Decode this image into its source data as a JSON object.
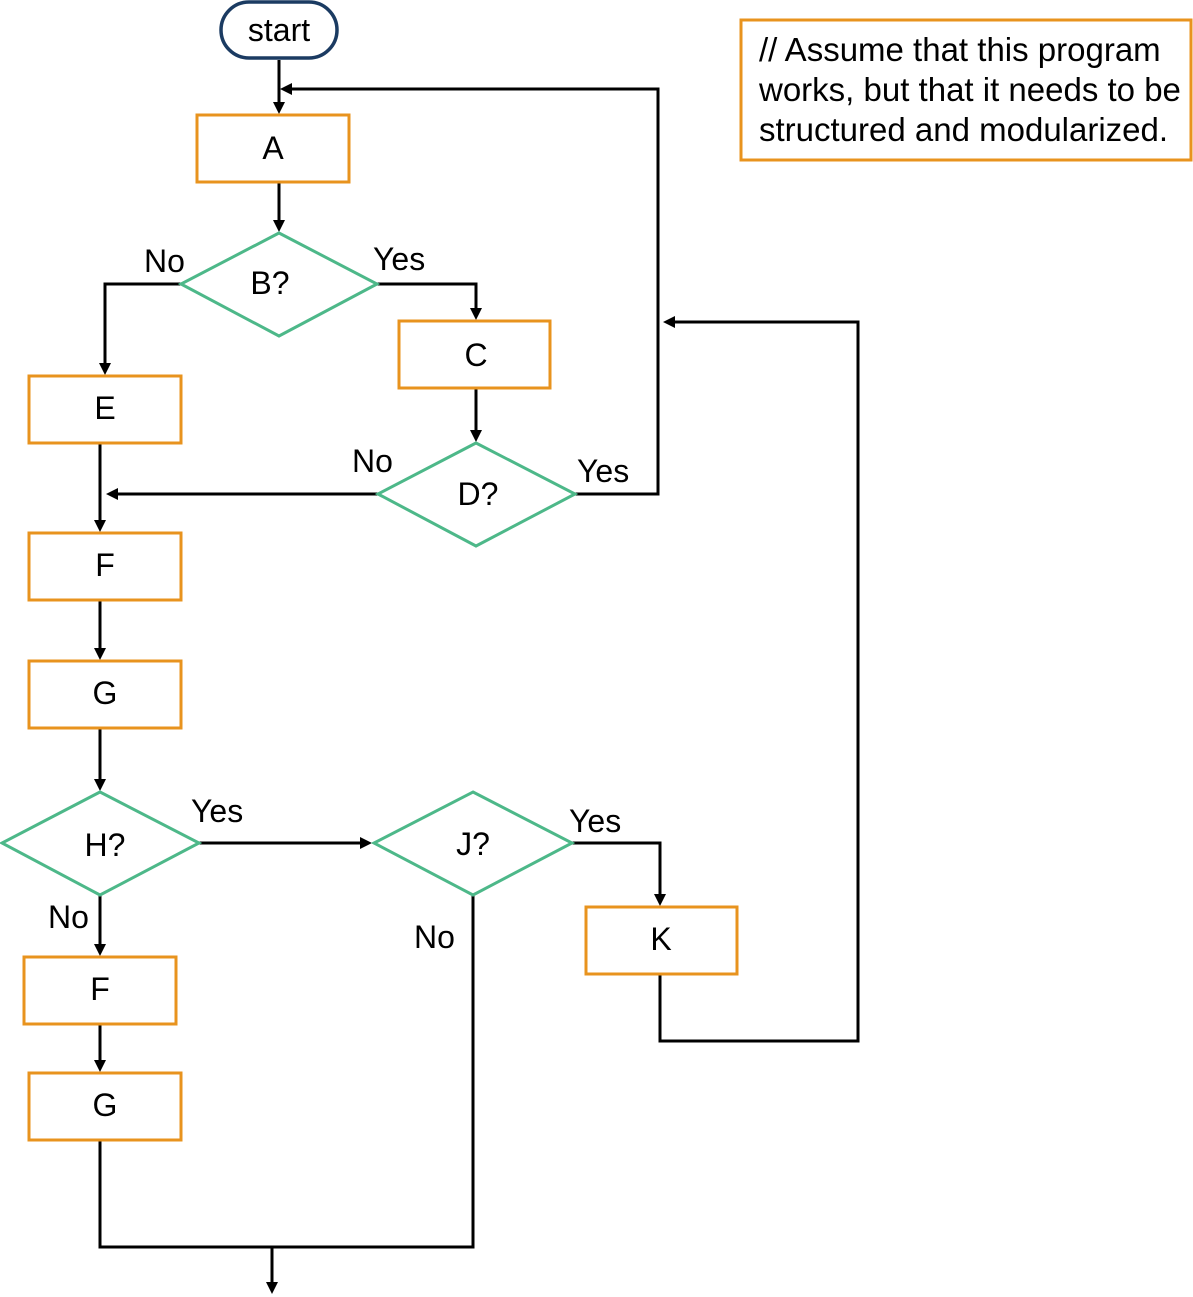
{
  "colors": {
    "process_border": "#e8931e",
    "decision_border": "#4db889",
    "terminal_border": "#1b3b62",
    "line": "#000000"
  },
  "start": {
    "label": "start"
  },
  "note": {
    "lines": [
      "// Assume that this program",
      "works, but that it needs to be",
      "structured and modularized."
    ]
  },
  "nodes": {
    "a": "A",
    "b": "B?",
    "c": "C",
    "d": "D?",
    "e": "E",
    "f1": "F",
    "g1": "G",
    "h": "H?",
    "j": "J?",
    "k": "K",
    "f2": "F",
    "g2": "G"
  },
  "branches": {
    "b_no": "No",
    "b_yes": "Yes",
    "d_no": "No",
    "d_yes": "Yes",
    "h_yes": "Yes",
    "h_no": "No",
    "j_yes": "Yes",
    "j_no": "No"
  }
}
